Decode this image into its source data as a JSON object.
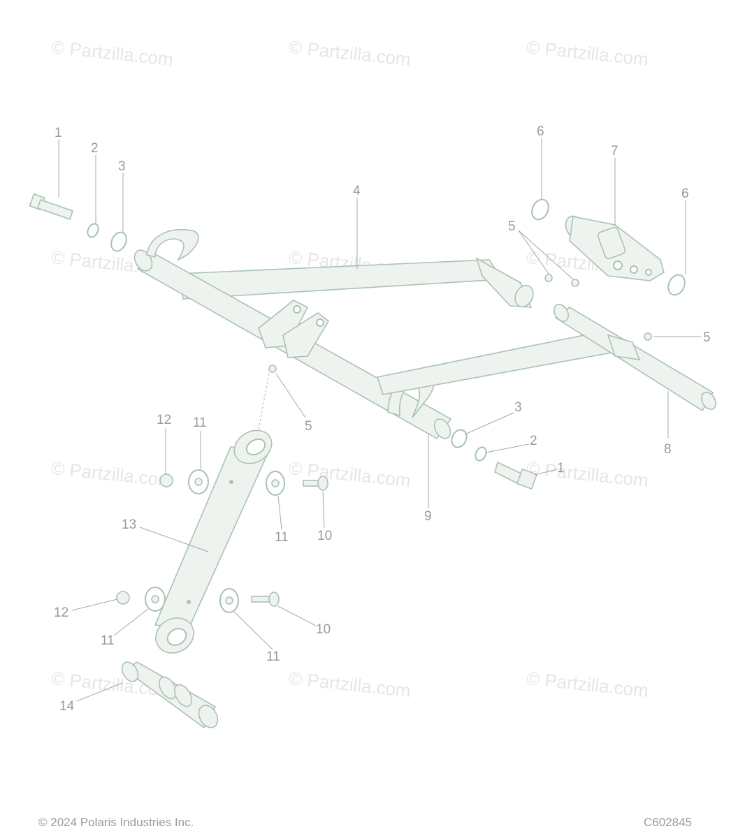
{
  "watermark_text": "© Partzilla.com",
  "footer": {
    "copyright": "© 2024 Polaris Industries Inc.",
    "diagram_code": "C602845"
  },
  "callouts": {
    "c1a": "1",
    "c2a": "2",
    "c3a": "3",
    "c4": "4",
    "c5a": "5",
    "c5b": "5",
    "c5c": "5",
    "c6a": "6",
    "c6b": "6",
    "c7": "7",
    "c8": "8",
    "c9": "9",
    "c3b": "3",
    "c2b": "2",
    "c1b": "1",
    "c12a": "12",
    "c11a": "11",
    "c11b": "11",
    "c10a": "10",
    "c13": "13",
    "c12b": "12",
    "c11c": "11",
    "c11d": "11",
    "c10b": "10",
    "c14": "14"
  },
  "colors": {
    "part_fill": "#eef3ef",
    "part_stroke": "#a9c2b3",
    "label": "#9a9a9a",
    "watermark": "#e6e6e6"
  }
}
